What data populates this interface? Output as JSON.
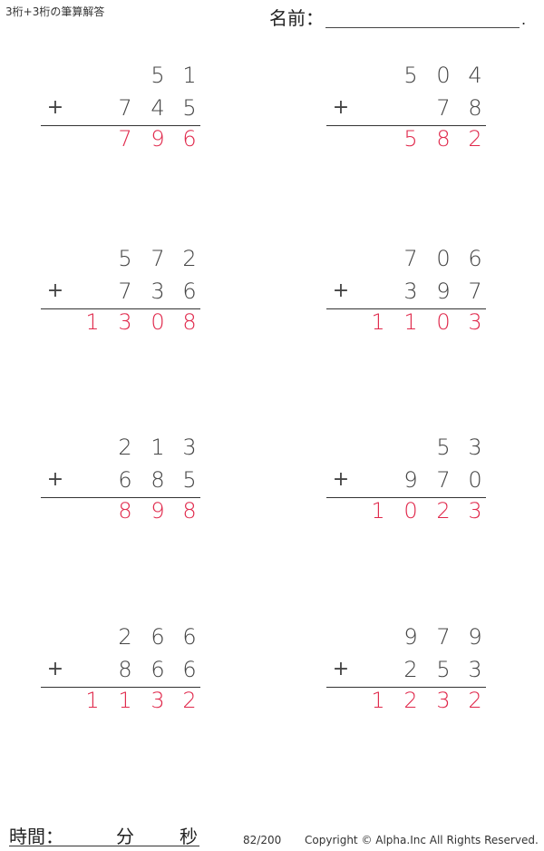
{
  "header": {
    "title": "3桁+3桁の筆算解答",
    "name_label": "名前：",
    "name_end": "."
  },
  "operator": "+",
  "problems": [
    {
      "top": [
        "",
        "5",
        "1"
      ],
      "bottom": [
        "7",
        "4",
        "5"
      ],
      "answer": [
        "",
        "7",
        "9",
        "6"
      ]
    },
    {
      "top": [
        "5",
        "0",
        "4"
      ],
      "bottom": [
        "",
        "7",
        "8"
      ],
      "answer": [
        "",
        "5",
        "8",
        "2"
      ]
    },
    {
      "top": [
        "5",
        "7",
        "2"
      ],
      "bottom": [
        "7",
        "3",
        "6"
      ],
      "answer": [
        "1",
        "3",
        "0",
        "8"
      ]
    },
    {
      "top": [
        "7",
        "0",
        "6"
      ],
      "bottom": [
        "3",
        "9",
        "7"
      ],
      "answer": [
        "1",
        "1",
        "0",
        "3"
      ]
    },
    {
      "top": [
        "2",
        "1",
        "3"
      ],
      "bottom": [
        "6",
        "8",
        "5"
      ],
      "answer": [
        "",
        "8",
        "9",
        "8"
      ]
    },
    {
      "top": [
        "",
        "5",
        "3"
      ],
      "bottom": [
        "9",
        "7",
        "0"
      ],
      "answer": [
        "1",
        "0",
        "2",
        "3"
      ]
    },
    {
      "top": [
        "2",
        "6",
        "6"
      ],
      "bottom": [
        "8",
        "6",
        "6"
      ],
      "answer": [
        "1",
        "1",
        "3",
        "2"
      ]
    },
    {
      "top": [
        "9",
        "7",
        "9"
      ],
      "bottom": [
        "2",
        "5",
        "3"
      ],
      "answer": [
        "1",
        "2",
        "3",
        "2"
      ]
    }
  ],
  "footer": {
    "time_label": "時間：",
    "minutes_label": "分",
    "seconds_label": "秒",
    "page_number": "82/200",
    "copyright": "Copyright © Alpha.Inc All Rights Reserved."
  },
  "colors": {
    "answer": "#e0284b",
    "text": "#444444"
  }
}
